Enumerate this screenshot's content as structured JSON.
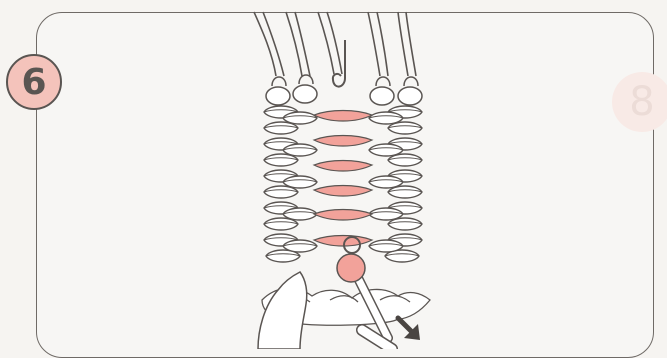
{
  "diagram": {
    "step_number": "6",
    "ghost_step_number": "8"
  },
  "colors": {
    "accent_pink": "#f2a29a",
    "badge_fill": "#f4c3bb",
    "outline": "#5a5552",
    "background": "#f6f4f1"
  },
  "elements": {
    "badge_icon": "circled-number-6",
    "hook_icon": "crochet-hook",
    "arrow_icon": "down-right-arrow",
    "hand_icon": "hand",
    "stitch_count_rows": 6
  }
}
